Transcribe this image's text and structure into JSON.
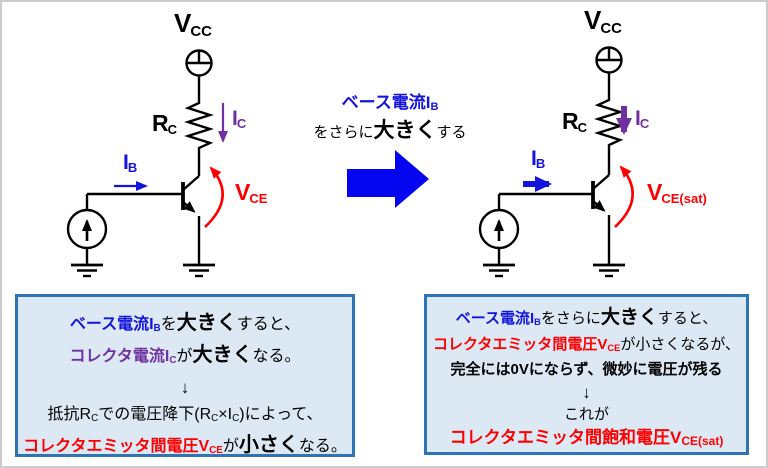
{
  "colors": {
    "wire": "#000000",
    "blue": "#1414dd",
    "arrow_blue": "#0505ef",
    "purple": "#7030a0",
    "red": "#fe0000",
    "box_fill": "#dce9f5",
    "box_border": "#2e74b5"
  },
  "left_circuit": {
    "vcc_main": "V",
    "vcc_sub": "CC",
    "rc_main": "R",
    "rc_sub": "C",
    "ic_main": "I",
    "ic_sub": "C",
    "ib_main": "I",
    "ib_sub": "B",
    "vce_main": "V",
    "vce_sub": "CE"
  },
  "right_circuit": {
    "vcc_main": "V",
    "vcc_sub": "CC",
    "rc_main": "R",
    "rc_sub": "C",
    "ic_main": "I",
    "ic_sub": "C",
    "ib_main": "I",
    "ib_sub": "B",
    "vce_main": "V",
    "vce_sub": "CE(sat)"
  },
  "transition": {
    "title_main": "ベース電流I",
    "title_sub": "B",
    "line2_pre": "をさらに",
    "line2_big": "大きく",
    "line2_post": "する"
  },
  "left_box": {
    "l1_blue": "ベース電流I",
    "l1_blue_sub": "B",
    "l1_a": "を",
    "l1_big": "大きく",
    "l1_b": "すると、",
    "l2_purple": "コレクタ電流I",
    "l2_purple_sub": "C",
    "l2_a": "が",
    "l2_big": "大きく",
    "l2_b": "なる。",
    "l3_arrow": "↓",
    "l4_a": "抵抗R",
    "l4_a_sub": "C",
    "l4_b": "での電圧降下(R",
    "l4_b_sub": "C",
    "l4_c": "×I",
    "l4_c_sub": "C",
    "l4_d": ")によって、",
    "l5_red": "コレクタエミッタ間電圧V",
    "l5_red_sub": "CE",
    "l5_a": "が",
    "l5_big": "小さく",
    "l5_b": "なる。"
  },
  "right_box": {
    "l1_blue": "ベース電流I",
    "l1_blue_sub": "B",
    "l1_a": "をさらに",
    "l1_big": "大きく",
    "l1_b": "すると、",
    "l2_red": "コレクタエミッタ間電圧V",
    "l2_red_sub": "CE",
    "l2_a": "が小さくなるが、",
    "l3": "完全には0Vにならず、微妙に電圧が残る",
    "l4_arrow": "↓",
    "l5": "これが",
    "l6_red": "コレクタエミッタ間飽和電圧V",
    "l6_red_sub": "CE(sat)"
  }
}
